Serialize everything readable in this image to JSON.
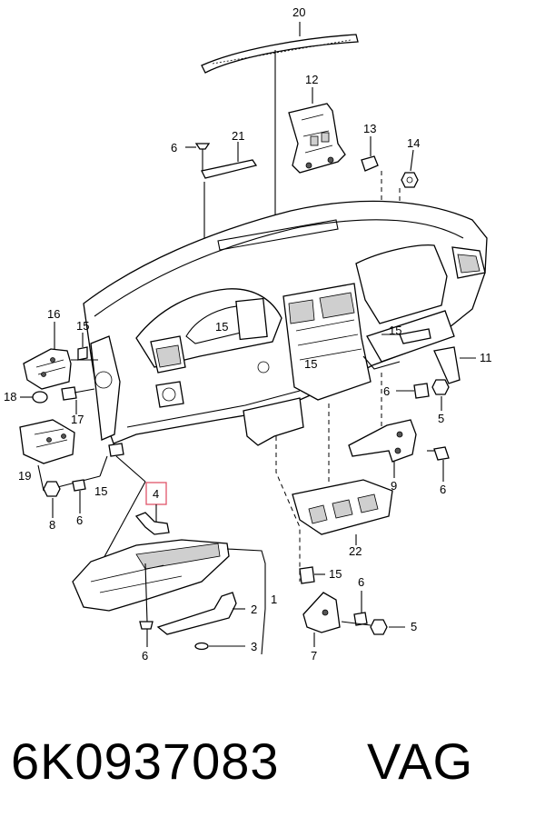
{
  "labels": {
    "l20": "20",
    "l12": "12",
    "l13": "13",
    "l14": "14",
    "l6a": "6",
    "l21": "21",
    "l16": "16",
    "l15a": "15",
    "l15b": "15",
    "l15c": "15",
    "l15d": "15",
    "l18": "18",
    "l17": "17",
    "l11": "11",
    "l6b": "6",
    "l5a": "5",
    "l19": "19",
    "l15e": "15",
    "l8": "8",
    "l6c": "6",
    "l9": "9",
    "l6d": "6",
    "l4": "4",
    "l22": "22",
    "l15f": "15",
    "l6e": "6",
    "l5b": "5",
    "l7": "7",
    "l2": "2",
    "l1": "1",
    "l3": "3",
    "l6f": "6"
  },
  "footer": {
    "part_number": "6K0937083",
    "brand": "VAG"
  },
  "colors": {
    "line": "#000000",
    "highlight_box": "#e0556a",
    "background": "#ffffff"
  }
}
